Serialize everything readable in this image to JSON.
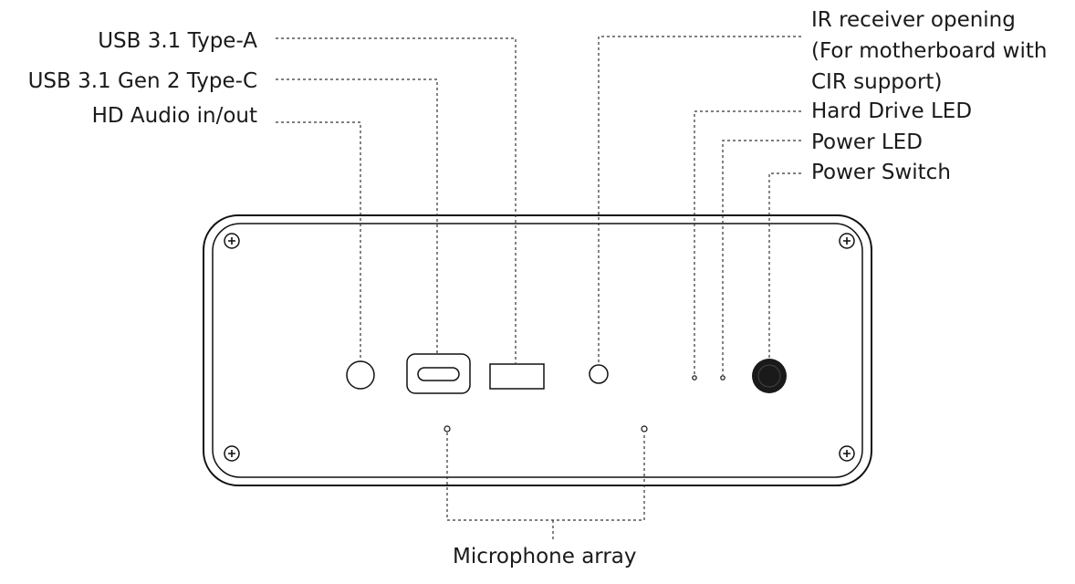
{
  "labels": {
    "usb_a": "USB 3.1 Type-A",
    "usb_c": "USB 3.1 Gen 2 Type-C",
    "audio": "HD Audio in/out",
    "ir_line1": "IR receiver opening",
    "ir_line2": "(For motherboard with",
    "ir_line3": "CIR support)",
    "hdd_led": "Hard Drive LED",
    "power_led": "Power LED",
    "power_switch": "Power Switch",
    "microphone": "Microphone array"
  },
  "colors": {
    "line": "#111111",
    "text": "#1a1a1a",
    "button": "#1a1a1a",
    "background": "#ffffff"
  }
}
